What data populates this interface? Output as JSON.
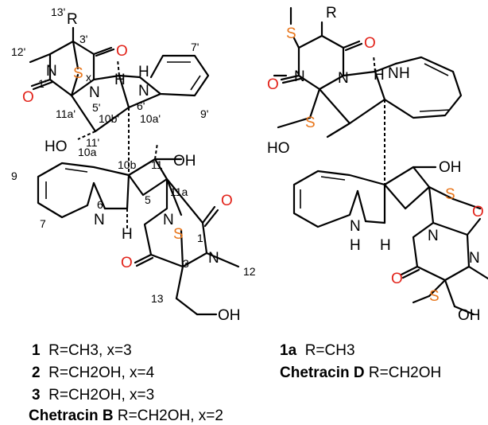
{
  "left_structure": {
    "atoms": {
      "R": "R",
      "N_top": "N",
      "O_top": "O",
      "S_top": "S",
      "x": "x",
      "N5p": "N",
      "H_5p": "H",
      "NH_6p": "H",
      "N_6p": "N",
      "O_left": "O",
      "HO": "HO",
      "OH_11": "OH",
      "O_1": "O",
      "N_1": "N",
      "N_5": "N",
      "S_3": "S",
      "O_5": "O",
      "OH_13": "OH",
      "H_10": "H",
      "N_6": "N"
    },
    "labels": [
      "13'",
      "3'",
      "12'",
      "1'",
      "11a'",
      "5'",
      "6'",
      "7'",
      "9'",
      "11'",
      "10b'",
      "10a'",
      "10a",
      "10b",
      "11",
      "11a",
      "9",
      "6",
      "5",
      "7",
      "1",
      "3",
      "12",
      "13"
    ]
  },
  "right_structure": {
    "atoms": {
      "R": "R",
      "S_top": "S",
      "O_top": "O",
      "N_left": "N",
      "O_left": "O",
      "N_center": "N",
      "H_center": "H",
      "NH": "N",
      "NH_H": "H",
      "S_mid": "S",
      "HO": "HO",
      "OH": "OH",
      "S_right": "S",
      "O_right": "O",
      "N_bottom": "N",
      "NH_bottom": "N",
      "H_bottom": "H",
      "H_bottom2": "H",
      "N_bottom_ring": "N",
      "O_bottom": "O",
      "S_bottom": "S",
      "OH_bottom": "OH"
    }
  },
  "legend_left": [
    {
      "id": "1",
      "text": "R=CH3, x=3"
    },
    {
      "id": "2",
      "text": "R=CH2OH, x=4"
    },
    {
      "id": "3",
      "text": "R=CH2OH, x=3"
    },
    {
      "id": "Chetracin B",
      "text": "R=CH2OH, x=2"
    }
  ],
  "legend_right": [
    {
      "id": "1a",
      "text": "R=CH3"
    },
    {
      "id": "Chetracin D",
      "text": "R=CH2OH"
    }
  ],
  "colors": {
    "oxygen": "#e2231a",
    "sulfur": "#e8751a",
    "bond": "#000000"
  }
}
